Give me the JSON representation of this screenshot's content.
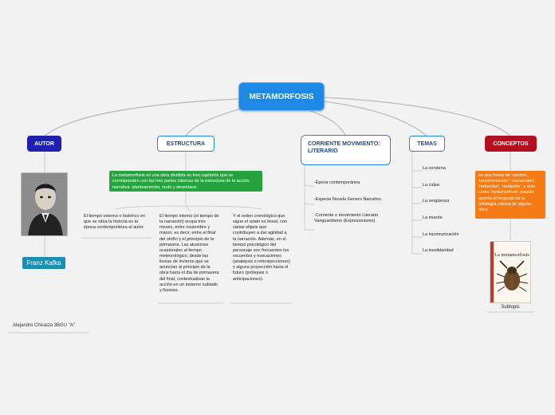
{
  "root": {
    "label": "METAMORFOSIS"
  },
  "autor": {
    "label": "AUTOR",
    "name_tag": "Franz Kafka",
    "note": "Alejandro Chicaiza 3BGU \"A\""
  },
  "estructura": {
    "label": "ESTRUCTURA",
    "summary": "La metamorfosis es una obra dividida en tres capítulos que se corresponden con las tres partes clásicas de la estructura de la acción narrativa: planteamiento, nudo y desenlace.",
    "details": [
      "El tiempo externo o histórico en que se sitúa la historia es la época contemporánea al autor.",
      "El tiempo interno (el tiempo de la narración) ocupa tres meses, entre noviembre y marzo, es decir, entre el final del otoño y el principio de la primavera. Las alusiones ocasionales al tiempo meteorológico, desde las lluvias de invierno que se anuncian al principio de la obra hasta el día de primavera del final, contextualizan la acción en un invierno nublado y lluvioso.",
      "Y el orden cronológico que sigue el relato es lineal, con varias elipsis que contribuyen a dar agilidad a la narración. Además, en el tiempo psicológico del personaje son frecuentes los recuerdos y evocaciones (analepsis o retrospecciones) y alguna proyección hacia el futuro (prolepsis o anticipaciones)."
    ]
  },
  "corriente": {
    "label": "CORRIENTE MOVIMIENTO: LITERARIO",
    "items": [
      "-Época contemporánea",
      "-Especie Novela Genero Narrativo",
      "-Corriente o movimiento Literario Vanguardismo (Expresionismo)"
    ]
  },
  "temas": {
    "label": "TEMAS",
    "items": [
      "La condena",
      "La culpa",
      "La vergüenza",
      "La muerte",
      "La incomunicación",
      "La insolidaridad"
    ]
  },
  "conceptos": {
    "label": "CONCEPTOS",
    "definition": "es una forma de 'cambio', 'transformación', 'conversión', 'reducción', 'mutación', y solo como 'metamorfosis' cuando apunta al lenguaje de la mitología clásica de alguna obra.",
    "book_title": "La metamorfosis",
    "subtopic": "Subtopic"
  },
  "colors": {
    "root": "#1e88e5",
    "autor": "#1f1fb0",
    "conceptos": "#b30f20",
    "green_box": "#26a33f",
    "orange_box": "#f47b16",
    "name_tag": "#1b8fb3"
  }
}
